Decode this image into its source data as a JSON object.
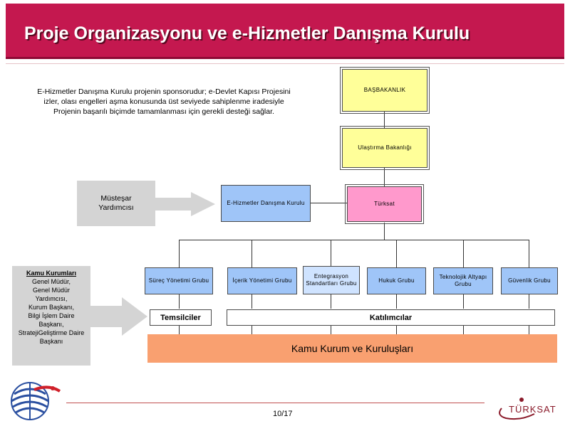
{
  "header": {
    "title": "Proje Organizasyonu ve e-Hizmetler Danışma Kurulu"
  },
  "description": [
    "E-Hizmetler Danışma Kurulu projenin sponsorudur; e-Devlet Kapısı Projesini",
    "izler, olası engelleri aşma konusunda üst seviyede sahiplenme iradesiyle",
    "Projenin başarılı biçimde tamamlanması için gerekli desteği sağlar."
  ],
  "org": {
    "basbakanlik": "BAŞBAKANLIK",
    "ulastirma": "Ulaştırma Bakanlığı",
    "danisma": "E-Hizmetler Danışma Kurulu",
    "turksat": "Türksat",
    "groups": [
      "Süreç Yönetimi Grubu",
      "İçerik Yönetimi Grubu",
      "Entegrasyon Standartları Grubu",
      "Hukuk Grubu",
      "Teknolojik Altyapı Grubu",
      "Güvenlik Grubu"
    ],
    "temsilciler": "Temsilciler",
    "katilimcilar": "Katılımcılar",
    "kamu_kurum": "Kamu Kurum ve Kuruluşları"
  },
  "side": {
    "mustesar": [
      "Müsteşar",
      "Yardımcısı"
    ],
    "kamu_title": "Kamu Kurumları",
    "kamu_items": [
      "Genel Müdür,",
      "Genel Müdür",
      "Yardımcısı,",
      "Kurum Başkanı,",
      "Bilgi İşlem Daire",
      "Başkanı,",
      "StratejiGeliştirme Daire",
      "Başkanı"
    ]
  },
  "footer": {
    "page": "10/17",
    "logo_text": "TÜRKSAT"
  },
  "colors": {
    "header": "#c4184f",
    "yellow": "#ffff99",
    "pink": "#ff99cc",
    "blue": "#9fc5f8",
    "orange": "#f9a070",
    "gray": "#d4d4d4"
  }
}
